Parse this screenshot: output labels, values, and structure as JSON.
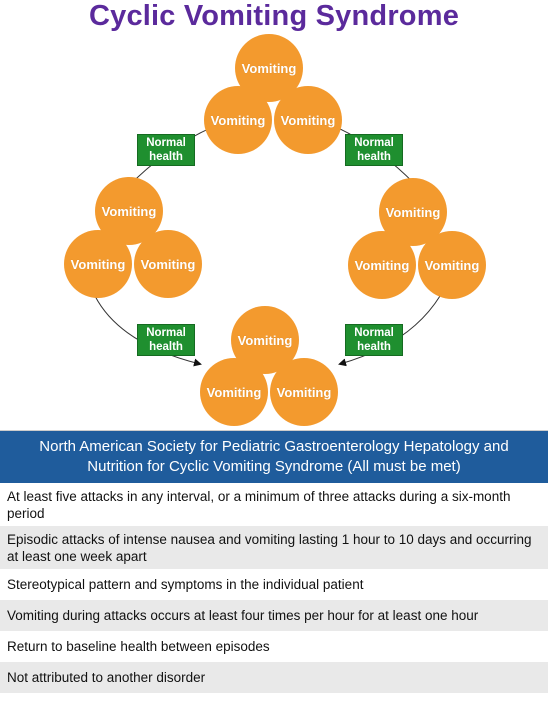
{
  "title": "Cyclic Vomiting Syndrome",
  "diagram": {
    "circle_label": "Vomiting",
    "badge_line1": "Normal",
    "badge_line2": "health"
  },
  "table": {
    "header": "North American Society for Pediatric Gastroenterology Hepatology and Nutrition for Cyclic Vomiting Syndrome (All must be met)",
    "criteria": [
      "At least five attacks in any interval, or a minimum of three attacks during a six-month period",
      "Episodic attacks of intense nausea and vomiting lasting 1 hour to 10 days and occurring at least one week apart",
      "Stereotypical pattern and symptoms in the individual patient",
      "Vomiting during attacks occurs at least four times per hour for at least one hour",
      "Return to baseline health between episodes",
      "Not attributed to another disorder"
    ]
  },
  "colors": {
    "title": "#5b2a9c",
    "circle": "#f39a2e",
    "badge": "#1f8f2f",
    "header": "#1f5c9c",
    "stripe": "#e9e9e9"
  }
}
